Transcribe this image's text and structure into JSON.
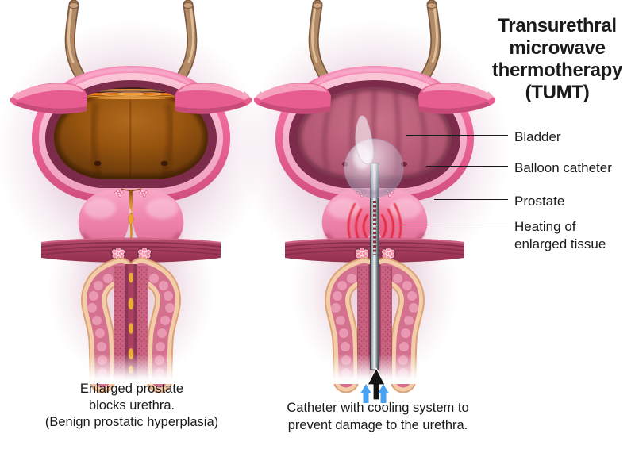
{
  "title": {
    "lines": [
      "Transurethral",
      "microwave",
      "thermotherapy",
      "(TUMT)"
    ]
  },
  "callouts": [
    {
      "label": "Bladder"
    },
    {
      "label": "Balloon catheter"
    },
    {
      "label": "Prostate"
    },
    {
      "label": "Heating of enlarged tissue"
    }
  ],
  "captions": {
    "left": {
      "lines": [
        "Enlarged prostate",
        "blocks urethra.",
        "(Benign prostatic hyperplasia)"
      ]
    },
    "right": {
      "lines": [
        "Catheter with cooling system to",
        "prevent damage to the urethra."
      ]
    }
  },
  "icons": [
    {
      "name": "up-arrow-icon",
      "meaning": "catheter insertion direction",
      "color": "#141414"
    },
    {
      "name": "cooling-flow-icon",
      "meaning": "cooling fluid flow",
      "color": "#47a2f1"
    },
    {
      "name": "heat-waves-icon",
      "meaning": "microwave heating of tissue",
      "color": "#e41a2b"
    }
  ],
  "colors": {
    "background": "#ffffff",
    "text": "#1a1a1a",
    "bladder_wall_pink": "#ee6d9d",
    "bladder_lining": "#f7aec7",
    "cut_ring_maroon": "#7c2b4a",
    "urine_amber": "#98550f",
    "urine_surface_orange": "#ff8c1a",
    "bladder_interior_mauve": "#b65b76",
    "prostate_pink": "#f193b7",
    "pelvic_muscle": "#a03a58",
    "sponge_cream": "#f3cca8",
    "heat_red": "#e41a2b",
    "cooling_blue": "#47a2f1",
    "catheter_gray": "#9aa3ab"
  }
}
